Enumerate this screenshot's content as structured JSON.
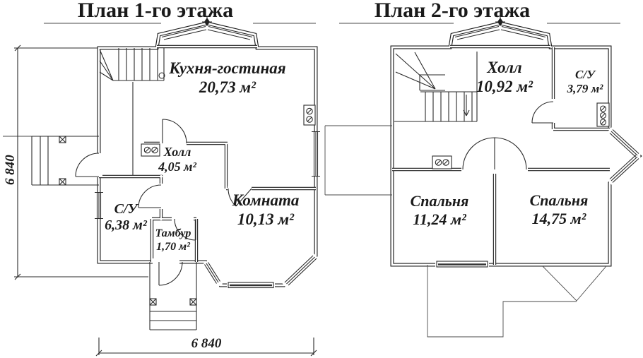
{
  "page_title": "House floor plans drawing",
  "floor1": {
    "title": "План 1-го этажа",
    "rooms": [
      {
        "name": "Кухня-гостиная",
        "area": "20,73 м²"
      },
      {
        "name": "Холл",
        "area": "4,05 м²"
      },
      {
        "name": "Комната",
        "area": "10,13 м²"
      },
      {
        "name": "С/У",
        "area": "6,38 м²"
      },
      {
        "name": "Тамбур",
        "area": "1,70 м²"
      }
    ]
  },
  "floor2": {
    "title": "План 2-го этажа",
    "rooms": [
      {
        "name": "Холл",
        "area": "10,92 м²"
      },
      {
        "name": "С/У",
        "area": "3,79 м²"
      },
      {
        "name": "Спальня",
        "area": "11,24 м²"
      },
      {
        "name": "Спальня",
        "area": "14,75 м²"
      }
    ]
  },
  "dimensions": {
    "height": "6 840",
    "width": "6 840"
  },
  "icons": {
    "power-outlet-icon": "circle-with-slash",
    "staircase-icon": "tread-lines",
    "door-arc-icon": "quarter-circle",
    "window-icon": "triple-parallel-lines"
  },
  "colors": {
    "line": "#1e1e1e",
    "text": "#1a1a1a",
    "background": "#ffffff"
  }
}
